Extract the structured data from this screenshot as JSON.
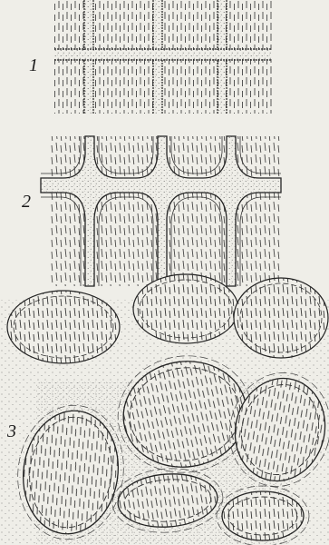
{
  "figures": [
    {
      "label": "1"
    },
    {
      "label": "2"
    },
    {
      "label": "3"
    }
  ],
  "background_text_lines": [
    "",
    "",
    "",
    "",
    "",
    "",
    "",
    "",
    "",
    "",
    "",
    "",
    "",
    "",
    ""
  ],
  "colors": {
    "paper": "#efeee8",
    "ink": "#1a1a1a",
    "text": "#2e2e2e"
  }
}
